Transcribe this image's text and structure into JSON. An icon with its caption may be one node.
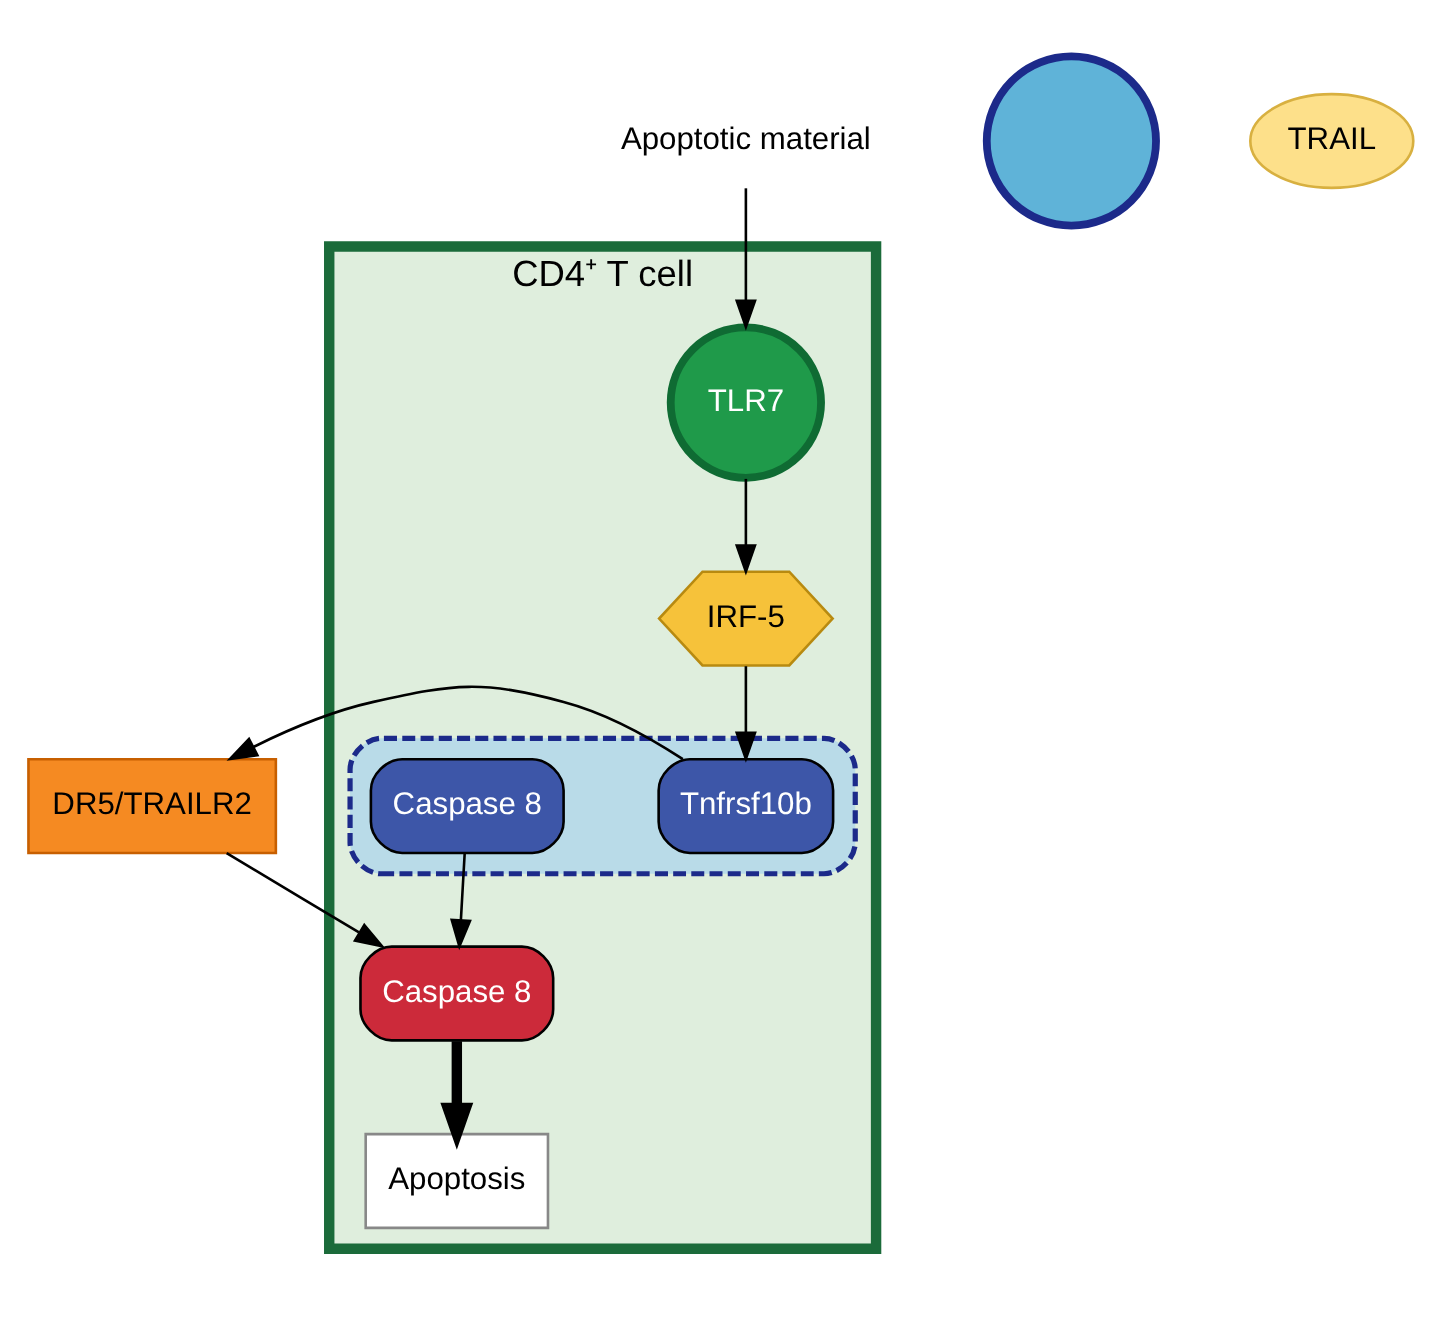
{
  "diagram": {
    "nodes": [
      {
        "text": [
          "CD4⁺ T cell"
        ]
      },
      {
        "text": [
          "Apoptotic material"
        ]
      },
      {
        "text": [
          "TLR7"
        ],
        "in": 0
      },
      {
        "text": [
          "IRF-5"
        ],
        "in": 0
      },
      {
        "text": [],
        "shape": "ellipse",
        "in": 0
      },
      {
        "text": [
          "Tnfrsf10b"
        ],
        "in": 4
      },
      {
        "text": [
          "Caspase 8"
        ],
        "in": 4
      },
      {
        "text": [
          "DR5/TRAILR2"
        ]
      },
      {
        "text": [],
        "shape": "circle"
      },
      {
        "text": [
          "TRAIL"
        ]
      },
      {
        "text": [
          "Caspase 8"
        ],
        "in": 0
      },
      {
        "text": [
          "Apoptosis"
        ],
        "in": 0
      }
    ],
    "edges": [
      {
        "from": 1,
        "to": 2,
        "arrow": "to"
      },
      {
        "from": 2,
        "to": 3,
        "arrow": "to"
      },
      {
        "from": 3,
        "to": 5,
        "arrow": "to"
      },
      {
        "from": 5,
        "to": 7,
        "arrow": "to"
      },
      {
        "from": 7,
        "to": 10,
        "arrow": "to"
      },
      {
        "from": 6,
        "to": 10,
        "arrow": "to"
      },
      {
        "from": 10,
        "to": 11,
        "arrow": "to",
        "style": "thick"
      }
    ]
  }
}
